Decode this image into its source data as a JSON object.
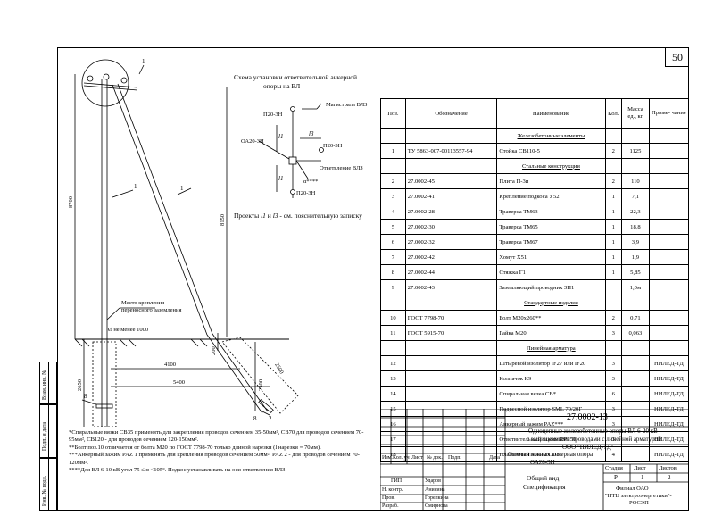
{
  "sheet_number": "50",
  "scheme": {
    "title_line1": "Схема установки ответвительной анкерной",
    "title_line2": "опоры на ВЛ",
    "label_p20_top": "П20-3Н",
    "label_magistral": "Магистраль ВЛЗ",
    "label_oa20": "ОА20-3Н",
    "label_p20_mid": "П20-3Н",
    "label_otvetvlenie": "Ответвление ВЛЗ",
    "label_alpha": "α****",
    "label_p20_bottom": "П20-3Н",
    "label_l1": "l1",
    "label_l3": "l3",
    "label_l1_lower": "l1",
    "note_prefix": "Проекты",
    "note_l1": "l1",
    "note_and": "и",
    "note_l3": "l3",
    "note_suffix": "- см. пояснительную записку"
  },
  "drawing": {
    "dim_8700": "8700",
    "dim_8150": "8150",
    "dim_2650": "2650",
    "dim_200": "200",
    "dim_4100": "4100",
    "dim_5400": "5400",
    "dim_2300": "2300",
    "dim_2500": "2500",
    "grounding_line1": "Место крепления",
    "grounding_line2": "переносного заземления",
    "not_less": "Ø не менее 1000",
    "pos_1a": "1",
    "pos_1b": "1",
    "pos_1c": "1",
    "pos_2": "2",
    "pos_8a": "8",
    "pos_8b": "8"
  },
  "table": {
    "headers": {
      "pos": "Поз.",
      "designation": "Обозначение",
      "name": "Наименование",
      "qty": "Кол.",
      "mass": "Масса ед., кг",
      "note": "Приме- чание"
    },
    "rows": [
      {
        "type": "section",
        "name": "Железобетонные элементы"
      },
      {
        "pos": "1",
        "designation": "ТУ 5863-007-00113557-94",
        "name": "Стойка СВ110-5",
        "qty": "2",
        "mass": "1125",
        "note": ""
      },
      {
        "type": "section",
        "name": "Стальные конструкции"
      },
      {
        "pos": "2",
        "designation": "27.0002-45",
        "name": "Плита П-3и",
        "qty": "2",
        "mass": "110",
        "note": ""
      },
      {
        "pos": "3",
        "designation": "27.0002-41",
        "name": "Крепление подкоса У52",
        "qty": "1",
        "mass": "7,1",
        "note": ""
      },
      {
        "pos": "4",
        "designation": "27.0002-28",
        "name": "Траверса ТМ63",
        "qty": "1",
        "mass": "22,3",
        "note": ""
      },
      {
        "pos": "5",
        "designation": "27.0002-30",
        "name": "Траверса ТМ65",
        "qty": "1",
        "mass": "18,8",
        "note": ""
      },
      {
        "pos": "6",
        "designation": "27.0002-32",
        "name": "Траверса ТМ67",
        "qty": "1",
        "mass": "3,9",
        "note": ""
      },
      {
        "pos": "7",
        "designation": "27.0002-42",
        "name": "Хомут Х51",
        "qty": "1",
        "mass": "1,9",
        "note": ""
      },
      {
        "pos": "8",
        "designation": "27.0002-44",
        "name": "Стяжка Г1",
        "qty": "1",
        "mass": "5,85",
        "note": ""
      },
      {
        "pos": "9",
        "designation": "27.0002-43",
        "name": "Заземляющий проводник ЗП1",
        "qty": "",
        "mass": "1,0м",
        "note": ""
      },
      {
        "type": "section",
        "name": "Стандартные изделия"
      },
      {
        "pos": "10",
        "designation": "ГОСТ 7798-70",
        "name": "Болт М20х260**",
        "qty": "2",
        "mass": "0,71",
        "note": ""
      },
      {
        "pos": "11",
        "designation": "ГОСТ 5915-70",
        "name": "Гайка М20",
        "qty": "3",
        "mass": "0,063",
        "note": ""
      },
      {
        "type": "section",
        "name": "Линейная арматура"
      },
      {
        "pos": "12",
        "designation": "",
        "name": "Штыревой изолятор IF27 или IF20",
        "qty": "3",
        "mass": "",
        "note": "НИЛЕД-ТД"
      },
      {
        "pos": "13",
        "designation": "",
        "name": "Колпачок К9",
        "qty": "3",
        "mass": "",
        "note": "НИЛЕД-ТД"
      },
      {
        "pos": "14",
        "designation": "",
        "name": "Спиральная вязка СВ*",
        "qty": "6",
        "mass": "",
        "note": "НИЛЕД-ТД"
      },
      {
        "pos": "15",
        "designation": "",
        "name": "Подвесной изолятор SML 70/20Г",
        "qty": "3",
        "mass": "",
        "note": "НИЛЕД-ТД"
      },
      {
        "pos": "16",
        "designation": "",
        "name": "Анкерный зажим PAZ***",
        "qty": "3",
        "mass": "",
        "note": "НИЛЕД-ТД"
      },
      {
        "pos": "17",
        "designation": "",
        "name": "Ответвительный зажим RP150",
        "qty": "3",
        "mass": "",
        "note": "НИЛЕД-ТД"
      },
      {
        "pos": "18",
        "designation": "",
        "name": "Плашечный зажим CD35",
        "qty": "4",
        "mass": "",
        "note": "НИЛЕД-ТД"
      }
    ]
  },
  "title_block": {
    "code": "27.0002-13",
    "description_line1": "Одноцепные железобетонные опоры ВЛ 6-20 кВ",
    "description_line2": "с защищенными проводами с линейной арматурой",
    "description_line3": "ООО \"НИЛЕД-ТД\"",
    "header_cols": [
      "Изм.",
      "Кол. уч",
      "Лист",
      "№ док.",
      "Подп.",
      "Дата"
    ],
    "object_line1": "Ответвительная анкерная опора",
    "object_line2": "ОА20-3Н",
    "stage_label": "Стадия",
    "sheet_label": "Лист",
    "sheets_label": "Листов",
    "stage_value": "Р",
    "sheet_value": "1",
    "sheets_value": "2",
    "doc_line1": "Общий вид",
    "doc_line2": "Спецификация",
    "org_line1": "Филиал ОАО",
    "org_line2": "\"НТЦ электроэнергетики\"-",
    "org_line3": "РОСЭП",
    "signatures": [
      {
        "role": "ГИП",
        "name": "Ударов"
      },
      {
        "role": "Н. контр.",
        "name": "Анисина"
      },
      {
        "role": "Пров.",
        "name": "Горелкина"
      },
      {
        "role": "Разраб.",
        "name": "Смирнова"
      }
    ]
  },
  "side_stamps": [
    "Взам. инв. №",
    "Подп. и дата",
    "Инв. № подл."
  ],
  "notes": [
    "*Спиральные вязки СВ35 применять для закрепления проводов сечением 35-50мм², СВ70 для проводов сечением 70-95мм², СВ120 - для проводов сечением 120-150мм².",
    "**Болт поз.10 отличается от болта М20 по ГОСТ 7798-70 только длиной нарезки (l нарезки = 70мм).",
    "***Анкерный зажим PAZ 1 применять для крепления проводов сечением 50мм², PAZ 2 - для проводов сечением 70-120мм².",
    "****Для ВЛ 6-10 кВ угол 75 ≤ α <105°. Подкос устанавливать на оси ответвления ВЛЗ."
  ]
}
